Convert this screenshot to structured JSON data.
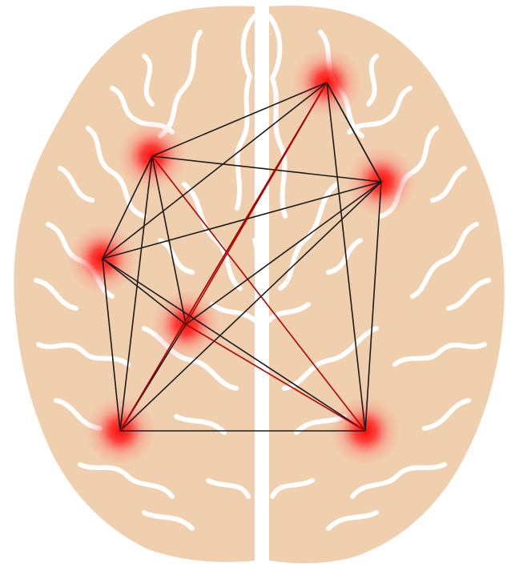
{
  "figure": {
    "subject": "brain-network-diagram",
    "colors": {
      "background": "#ffffff",
      "hemisphere_fill": "#f0cfae",
      "sulci_stroke": "#ffffff",
      "hotspot": "#ff0000",
      "edge_dark": "#1a1a1a",
      "edge_red": "#b30000"
    },
    "nodes": [
      {
        "id": "n1"
      },
      {
        "id": "n2"
      },
      {
        "id": "n3"
      },
      {
        "id": "n4"
      },
      {
        "id": "n5"
      },
      {
        "id": "n6"
      },
      {
        "id": "n7"
      }
    ],
    "edges": [
      {
        "from": "n1",
        "to": "n2",
        "tone": "dark"
      },
      {
        "from": "n1",
        "to": "n3",
        "tone": "dark"
      },
      {
        "from": "n1",
        "to": "n4",
        "tone": "dark"
      },
      {
        "from": "n1",
        "to": "n5",
        "tone": "dark"
      },
      {
        "from": "n1",
        "to": "n6",
        "tone": "dark"
      },
      {
        "from": "n1",
        "to": "n7",
        "tone": "red"
      },
      {
        "from": "n2",
        "to": "n3",
        "tone": "dark"
      },
      {
        "from": "n2",
        "to": "n5",
        "tone": "red"
      },
      {
        "from": "n2",
        "to": "n6",
        "tone": "dark"
      },
      {
        "from": "n2",
        "to": "n7",
        "tone": "dark"
      },
      {
        "from": "n3",
        "to": "n4",
        "tone": "dark"
      },
      {
        "from": "n3",
        "to": "n5",
        "tone": "dark"
      },
      {
        "from": "n3",
        "to": "n6",
        "tone": "dark"
      },
      {
        "from": "n3",
        "to": "n7",
        "tone": "dark"
      },
      {
        "from": "n4",
        "to": "n5",
        "tone": "dark"
      },
      {
        "from": "n4",
        "to": "n6",
        "tone": "dark"
      },
      {
        "from": "n4",
        "to": "n7",
        "tone": "dark"
      },
      {
        "from": "n5",
        "to": "n6",
        "tone": "dark"
      },
      {
        "from": "n5",
        "to": "n7",
        "tone": "red"
      },
      {
        "from": "n6",
        "to": "n7",
        "tone": "dark"
      },
      {
        "from": "n3",
        "to": "n2",
        "tone": "dark"
      },
      {
        "from": "n4",
        "to": "n2",
        "tone": "dark"
      },
      {
        "from": "n6",
        "to": "n2",
        "tone": "red"
      }
    ]
  }
}
